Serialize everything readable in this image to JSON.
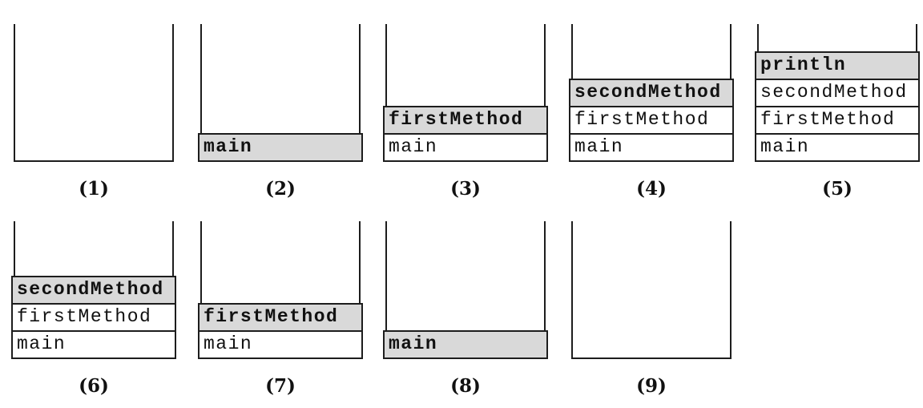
{
  "colors": {
    "background": "#ffffff",
    "line": "#1d1d1d",
    "highlight_fill": "#d9d9d9",
    "frame_fill": "#ffffff",
    "text": "#111111"
  },
  "stacks": [
    {
      "label": "(1)",
      "frames": []
    },
    {
      "label": "(2)",
      "frames": [
        {
          "text": "main",
          "highlighted": true
        }
      ]
    },
    {
      "label": "(3)",
      "frames": [
        {
          "text": "firstMethod",
          "highlighted": true
        },
        {
          "text": "main",
          "highlighted": false
        }
      ]
    },
    {
      "label": "(4)",
      "frames": [
        {
          "text": "secondMethod",
          "highlighted": true
        },
        {
          "text": "firstMethod",
          "highlighted": false
        },
        {
          "text": "main",
          "highlighted": false
        }
      ]
    },
    {
      "label": "(5)",
      "frames": [
        {
          "text": "println",
          "highlighted": true
        },
        {
          "text": "secondMethod",
          "highlighted": false
        },
        {
          "text": "firstMethod",
          "highlighted": false
        },
        {
          "text": "main",
          "highlighted": false
        }
      ]
    },
    {
      "label": "(6)",
      "frames": [
        {
          "text": "secondMethod",
          "highlighted": true
        },
        {
          "text": "firstMethod",
          "highlighted": false
        },
        {
          "text": "main",
          "highlighted": false
        }
      ]
    },
    {
      "label": "(7)",
      "frames": [
        {
          "text": "firstMethod",
          "highlighted": true
        },
        {
          "text": "main",
          "highlighted": false
        }
      ]
    },
    {
      "label": "(8)",
      "frames": [
        {
          "text": "main",
          "highlighted": true
        }
      ]
    },
    {
      "label": "(9)",
      "frames": []
    }
  ]
}
